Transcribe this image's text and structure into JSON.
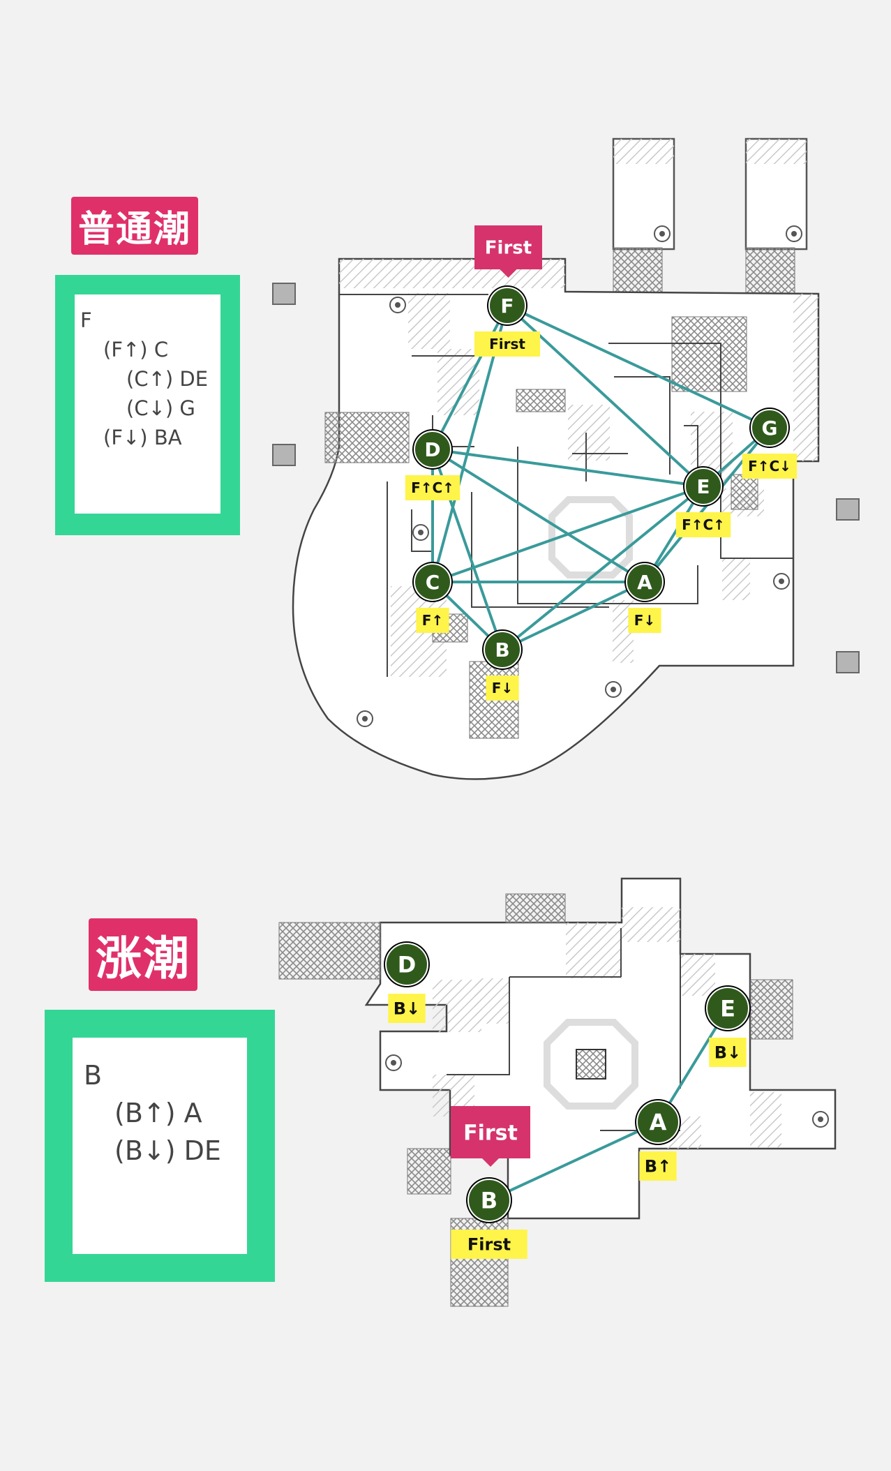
{
  "sections": {
    "normal": {
      "title": "普通潮",
      "rules": [
        "F",
        "(F↑) C",
        "(C↑) DE",
        "(C↓) G",
        "(F↓) BA"
      ],
      "first_callout": "First",
      "nodes": [
        {
          "id": "F",
          "tag": "First"
        },
        {
          "id": "G",
          "tag": "F↑C↓"
        },
        {
          "id": "D",
          "tag": "F↑C↑"
        },
        {
          "id": "E",
          "tag": "F↑C↑"
        },
        {
          "id": "C",
          "tag": "F↑"
        },
        {
          "id": "A",
          "tag": "F↓"
        },
        {
          "id": "B",
          "tag": "F↓"
        }
      ],
      "edges": [
        [
          "F",
          "D"
        ],
        [
          "F",
          "C"
        ],
        [
          "F",
          "E"
        ],
        [
          "F",
          "G"
        ],
        [
          "D",
          "E"
        ],
        [
          "D",
          "C"
        ],
        [
          "D",
          "B"
        ],
        [
          "D",
          "A"
        ],
        [
          "C",
          "E"
        ],
        [
          "C",
          "A"
        ],
        [
          "C",
          "B"
        ],
        [
          "B",
          "E"
        ],
        [
          "B",
          "A"
        ],
        [
          "A",
          "E"
        ],
        [
          "A",
          "G"
        ],
        [
          "E",
          "G"
        ]
      ]
    },
    "high": {
      "title": "涨潮",
      "rules": [
        "B",
        "(B↑) A",
        "(B↓) DE"
      ],
      "first_callout": "First",
      "nodes": [
        {
          "id": "D",
          "tag": "B↓"
        },
        {
          "id": "E",
          "tag": "B↓"
        },
        {
          "id": "A",
          "tag": "B↑"
        },
        {
          "id": "B",
          "tag": "First"
        }
      ],
      "edges": [
        [
          "B",
          "A"
        ],
        [
          "A",
          "E"
        ]
      ]
    }
  },
  "colors": {
    "background": "#f2f2f2",
    "title_bg": "#e0306a",
    "card_green": "#34d695",
    "node_fill": "#2f5a1c",
    "edge": "#3a9a9a",
    "tag_bg": "#fff44a",
    "first_bg": "#d6336c"
  }
}
